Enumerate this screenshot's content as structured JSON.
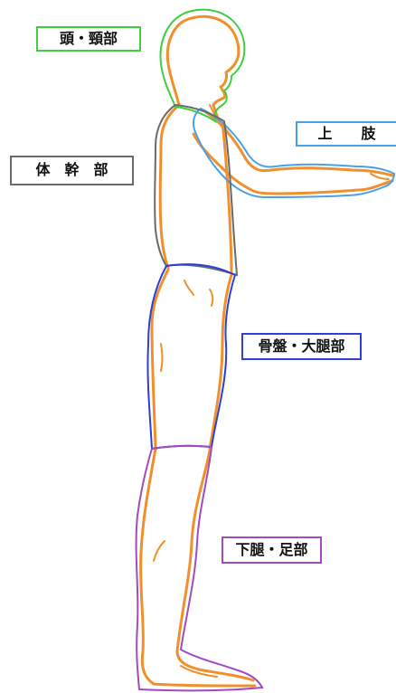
{
  "labels": {
    "head_neck": "頭・頸部",
    "upper_limb": "上　　肢",
    "trunk": "体　幹　部",
    "pelvis_thigh": "骨盤・大腿部",
    "lower_leg_foot": "下腿・足部"
  },
  "colors": {
    "body_outline": "#f0902c",
    "head_neck": "#3ecf3e",
    "upper_limb": "#4aa0e8",
    "trunk": "#6a6a6a",
    "pelvis_thigh": "#2c3fd8",
    "lower_leg_foot": "#a24ac0"
  }
}
